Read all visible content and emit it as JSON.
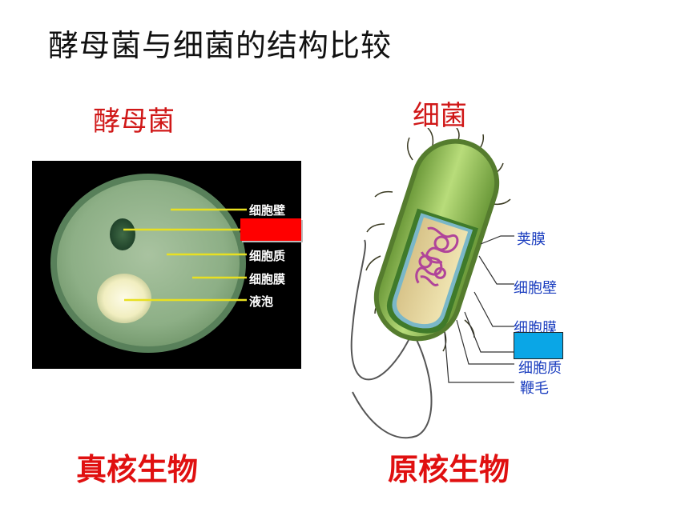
{
  "title": "酵母菌与细菌的结构比较",
  "yeast": {
    "heading": "酵母菌",
    "labels": [
      "细胞壁",
      "细胞质",
      "细胞膜",
      "液泡"
    ],
    "footer": "真核生物"
  },
  "bacteria": {
    "heading": "细菌",
    "labels": [
      "荚膜",
      "细胞壁",
      "细胞膜",
      "细胞质",
      "鞭毛"
    ],
    "footer": "原核生物"
  },
  "colors": {
    "heading_red": "#d01818",
    "footer_red": "#e01010",
    "label_blue": "#1a3dbf",
    "cover_red": "#ff0000",
    "cover_blue": "#0aa6e6"
  }
}
